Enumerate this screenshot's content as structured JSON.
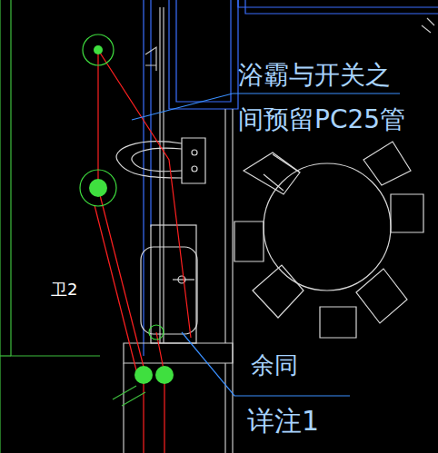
{
  "diagram": {
    "labels": [
      "浴霸与开关之 间预留PC25管",
      "余同",
      "详注1",
      "卫2"
    ]
  }
}
